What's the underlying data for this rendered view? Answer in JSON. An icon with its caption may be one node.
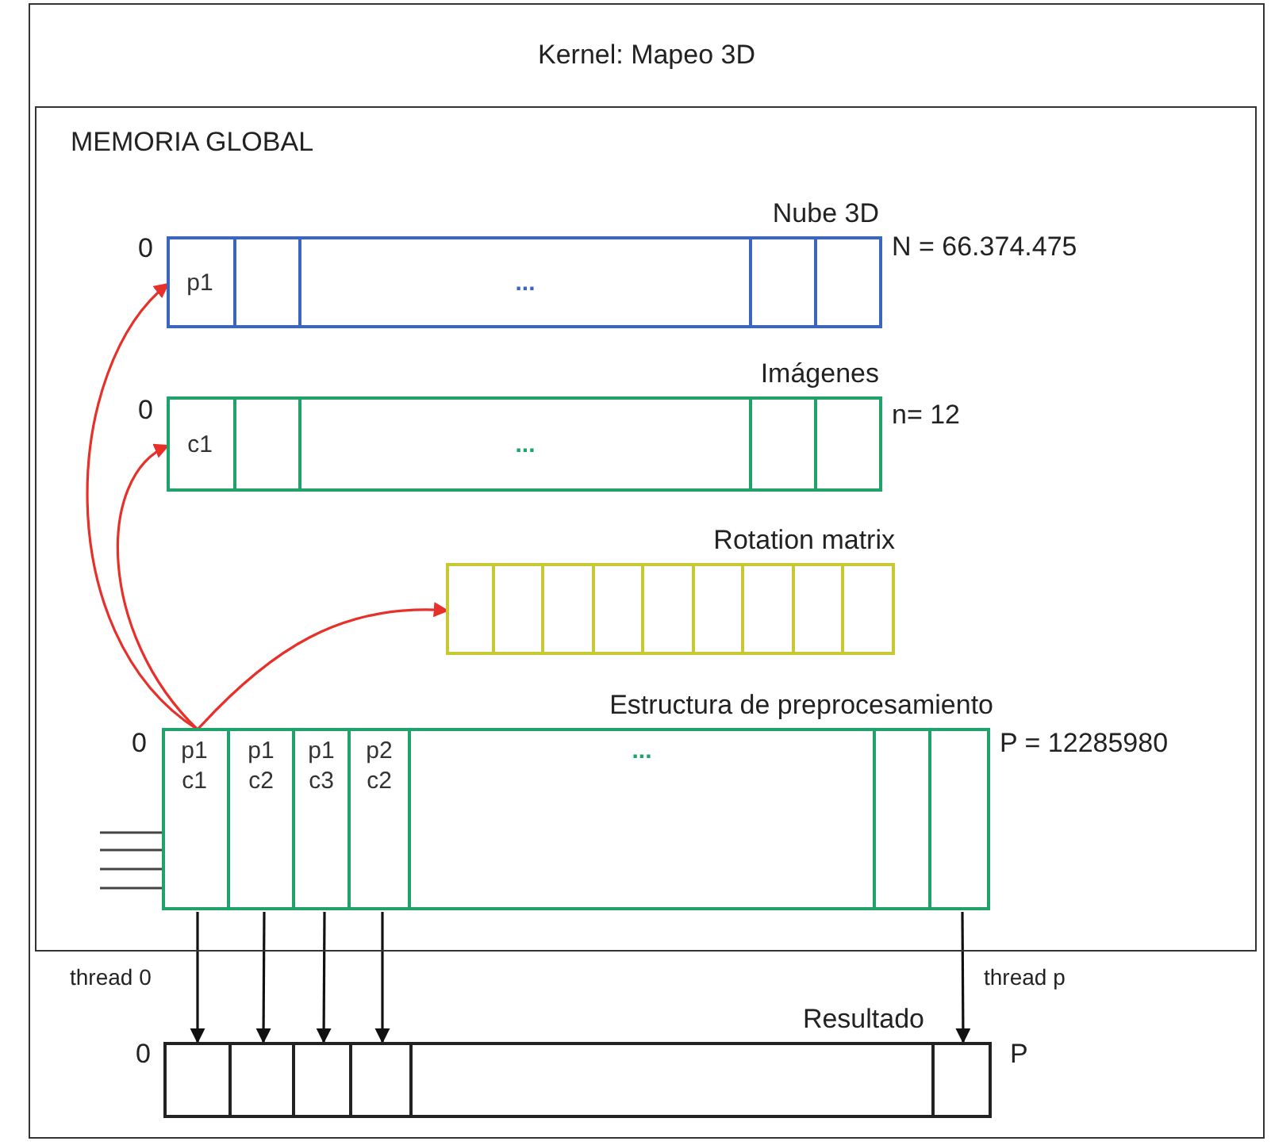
{
  "diagram": {
    "nodes": [
      {
        "text": [
          "Kernel: Mapeo 3D"
        ]
      },
      {
        "text": [
          "MEMORIA GLOBAL"
        ],
        "in": 0
      },
      {
        "text": [
          "Nube 3D"
        ],
        "beside": [
          "0",
          "N = 66.374.475"
        ],
        "in": 1
      },
      {
        "text": [
          "p1"
        ],
        "in": 2
      },
      {
        "text": [],
        "shape": "box",
        "in": 2
      },
      {
        "text": [
          "..."
        ],
        "in": 2
      },
      {
        "text": [],
        "shape": "box",
        "in": 2
      },
      {
        "text": [],
        "shape": "box",
        "in": 2
      },
      {
        "text": [
          "Imágenes"
        ],
        "beside": [
          "0",
          "n= 12"
        ],
        "in": 1
      },
      {
        "text": [
          "c1"
        ],
        "in": 8
      },
      {
        "text": [],
        "shape": "box",
        "in": 8
      },
      {
        "text": [
          "..."
        ],
        "in": 8
      },
      {
        "text": [],
        "shape": "box",
        "in": 8
      },
      {
        "text": [],
        "shape": "box",
        "in": 8
      },
      {
        "text": [
          "Rotation matrix"
        ],
        "in": 1
      },
      {
        "text": [],
        "shape": "box",
        "in": 14
      },
      {
        "text": [],
        "shape": "box",
        "in": 14
      },
      {
        "text": [],
        "shape": "box",
        "in": 14
      },
      {
        "text": [],
        "shape": "box",
        "in": 14
      },
      {
        "text": [],
        "shape": "box",
        "in": 14
      },
      {
        "text": [],
        "shape": "box",
        "in": 14
      },
      {
        "text": [],
        "shape": "box",
        "in": 14
      },
      {
        "text": [],
        "shape": "box",
        "in": 14
      },
      {
        "text": [],
        "shape": "box",
        "in": 14
      },
      {
        "text": [
          "Estructura de preprocesamiento"
        ],
        "beside": [
          "0",
          "P = 12285980"
        ],
        "in": 1
      },
      {
        "text": [
          "p1 c1"
        ],
        "in": 24
      },
      {
        "text": [
          "p1 c2"
        ],
        "in": 24
      },
      {
        "text": [
          "p1 c3"
        ],
        "in": 24
      },
      {
        "text": [
          "p2 c2"
        ],
        "in": 24
      },
      {
        "text": [
          "..."
        ],
        "in": 24
      },
      {
        "text": [],
        "shape": "box",
        "in": 24
      },
      {
        "text": [],
        "shape": "box",
        "in": 24
      },
      {
        "text": [
          "Resultado"
        ],
        "beside": [
          "0",
          "P"
        ],
        "in": 0
      },
      {
        "text": [],
        "shape": "box",
        "in": 32
      },
      {
        "text": [],
        "shape": "box",
        "in": 32
      },
      {
        "text": [],
        "shape": "box",
        "in": 32
      },
      {
        "text": [],
        "shape": "box",
        "in": 32
      },
      {
        "text": [],
        "shape": "box",
        "in": 32
      },
      {
        "text": [],
        "shape": "box",
        "in": 32
      }
    ],
    "edges": [
      {
        "from": 25,
        "to": 3,
        "arrow": "to",
        "color": "#e8302a"
      },
      {
        "from": 25,
        "to": 9,
        "arrow": "to",
        "color": "#e8302a"
      },
      {
        "from": 25,
        "to": 14,
        "arrow": "to",
        "color": "#e8302a"
      },
      {
        "from": 25,
        "to": 33,
        "arrow": "to",
        "label": "thread 0"
      },
      {
        "from": 26,
        "to": 34,
        "arrow": "to"
      },
      {
        "from": 27,
        "to": 35,
        "arrow": "to"
      },
      {
        "from": 28,
        "to": 36,
        "arrow": "to"
      },
      {
        "from": 31,
        "to": 38,
        "arrow": "to",
        "label": "thread p"
      }
    ]
  }
}
